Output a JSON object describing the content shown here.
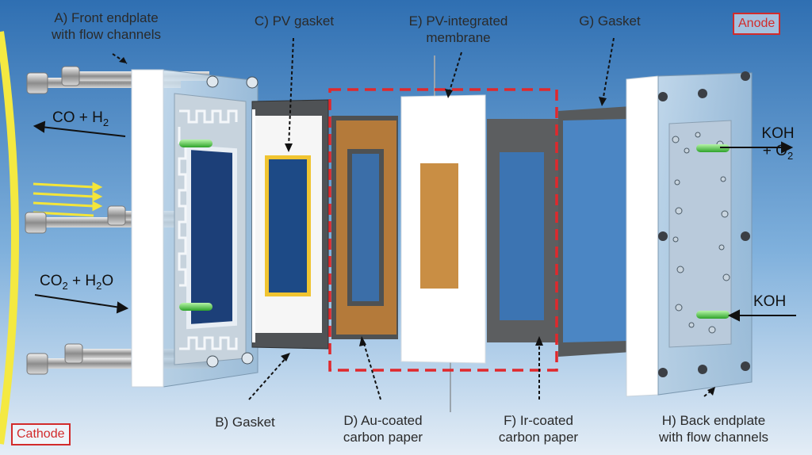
{
  "labels": {
    "A": [
      "A) Front endplate",
      "with flow channels"
    ],
    "B": "B) Gasket",
    "C": "C) PV gasket",
    "D": [
      "D) Au-coated",
      "carbon paper"
    ],
    "E": [
      "E) PV-integrated",
      "membrane"
    ],
    "F": [
      "F) Ir-coated",
      "carbon paper"
    ],
    "G": "G) Gasket",
    "H": [
      "H) Back endplate",
      "with flow channels"
    ]
  },
  "electrodes": {
    "anode": "Anode",
    "cathode": "Cathode"
  },
  "flows": {
    "co_h2": {
      "main": "CO + H",
      "sub": "2"
    },
    "co2_h2o": {
      "a": "CO",
      "a_sub": "2",
      "b": " + H",
      "b_sub": "2",
      "c": "O"
    },
    "koh_o2": {
      "line1": "KOH",
      "line2": "+ O",
      "line2_sub": "2"
    },
    "koh_in": "KOH"
  },
  "colors": {
    "sky_top": "#2f6fb2",
    "sky_bottom": "#dfeaf4",
    "sun": "#f2e63a",
    "dashed_red": "#e0282c",
    "au_paper": "#b47a3a",
    "pv_cell": "#c98e44",
    "gasket_dark": "#555759",
    "channel_green": "#3ec43c"
  }
}
